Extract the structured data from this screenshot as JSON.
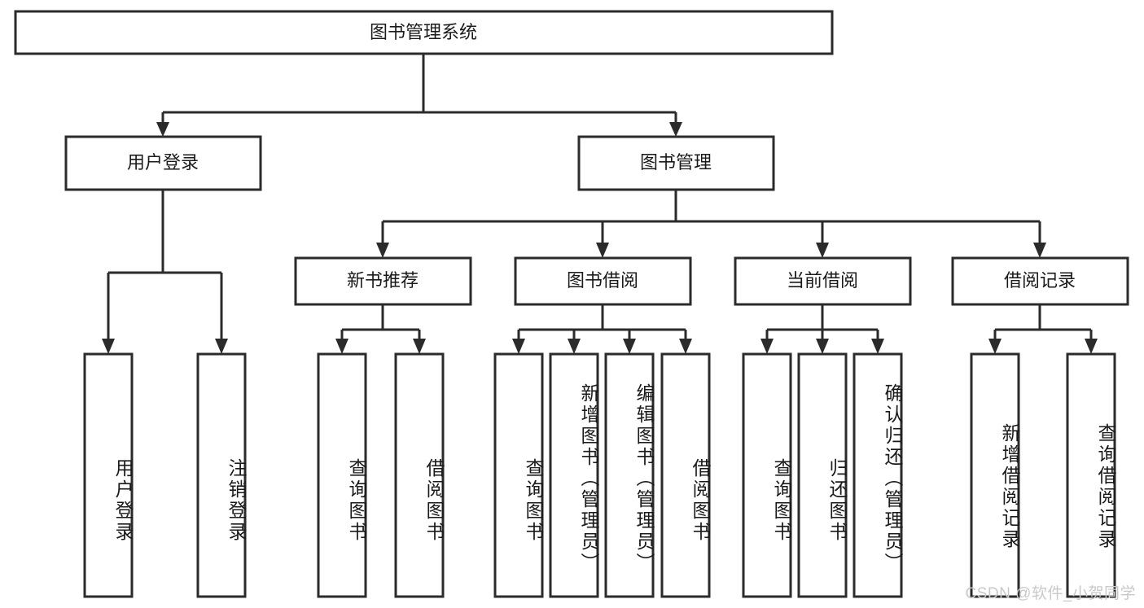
{
  "diagram": {
    "type": "tree",
    "title": "图书管理系统",
    "watermark": "CSDN @软件_小贺同学",
    "root": {
      "id": "root",
      "label": "图书管理系统"
    },
    "level2": [
      {
        "id": "user-login",
        "label": "用户登录"
      },
      {
        "id": "book-manage",
        "label": "图书管理"
      }
    ],
    "level3": [
      {
        "id": "new-book-recommend",
        "label": "新书推荐",
        "parent": "book-manage"
      },
      {
        "id": "book-borrow",
        "label": "图书借阅",
        "parent": "book-manage"
      },
      {
        "id": "current-borrow",
        "label": "当前借阅",
        "parent": "book-manage"
      },
      {
        "id": "borrow-record",
        "label": "借阅记录",
        "parent": "book-manage"
      }
    ],
    "leaves": {
      "user-login": [
        {
          "id": "leaf-user-login",
          "label": "用户登录"
        },
        {
          "id": "leaf-user-logout",
          "label": "注销登录"
        }
      ],
      "new-book-recommend": [
        {
          "id": "leaf-query-book-1",
          "label": "查询图书"
        },
        {
          "id": "leaf-borrow-book-1",
          "label": "借阅图书"
        }
      ],
      "book-borrow": [
        {
          "id": "leaf-query-book-2",
          "label": "查询图书"
        },
        {
          "id": "leaf-add-book",
          "label": "新增图书（管理员）"
        },
        {
          "id": "leaf-edit-book",
          "label": "编辑图书（管理员）"
        },
        {
          "id": "leaf-borrow-book-2",
          "label": "借阅图书"
        }
      ],
      "current-borrow": [
        {
          "id": "leaf-query-book-3",
          "label": "查询图书"
        },
        {
          "id": "leaf-return-book",
          "label": "归还图书"
        },
        {
          "id": "leaf-confirm-return",
          "label": "确认归还（管理员）"
        }
      ],
      "borrow-record": [
        {
          "id": "leaf-add-record",
          "label": "新增借阅记录"
        },
        {
          "id": "leaf-query-record",
          "label": "查询借阅记录"
        }
      ]
    },
    "colors": {
      "stroke": "#2b2b2b",
      "fill": "#ffffff",
      "text": "#1a1a1a",
      "watermark": "#c9c9c9"
    }
  }
}
